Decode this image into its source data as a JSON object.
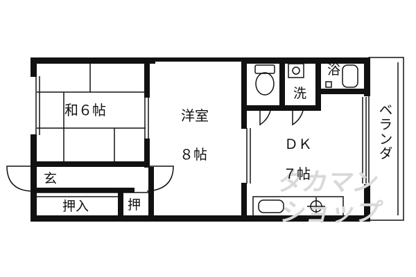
{
  "rooms": {
    "washitsu": "和６帖",
    "youshitsu_name": "洋室",
    "youshitsu_size": "８帖",
    "dk_name": "ＤＫ",
    "dk_size": "７帖",
    "bath": "浴",
    "washer": "洗",
    "entrance": "玄",
    "closet_large": "押入",
    "closet_small": "押",
    "balcony": "ベランダ"
  },
  "watermark": {
    "line1": "タカマン",
    "line2": "ショップ"
  },
  "colors": {
    "wall": "#111111",
    "watermark": "#d9d9d9"
  }
}
